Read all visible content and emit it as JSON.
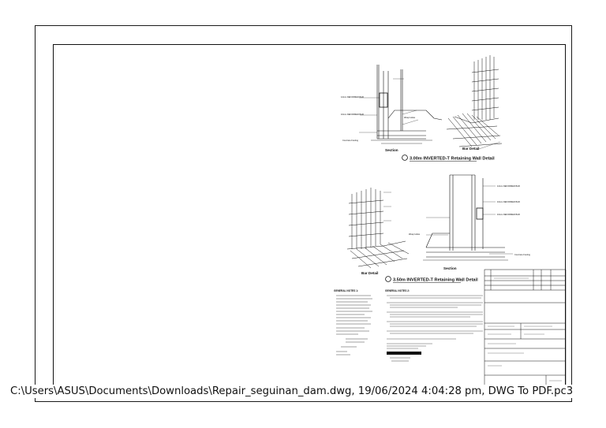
{
  "drawing": {
    "detail_titles": [
      "3.00m INVERTED-T Retaining Wall Detail",
      "3.50m INVERTED-T Retaining Wall Detail"
    ],
    "view_labels": {
      "section": "Section",
      "bar_detail": "Bar Detail"
    },
    "notes": {
      "general_notes_1": "GENERAL NOTES 1:",
      "general_notes_2": "GENERAL NOTES 2:"
    }
  },
  "footer": {
    "plot_stamp": "C:\\Users\\ASUS\\Documents\\Downloads\\Repair_seguinan_dam.dwg, 19/06/2024 4:04:28 pm, DWG To PDF.pc3"
  }
}
